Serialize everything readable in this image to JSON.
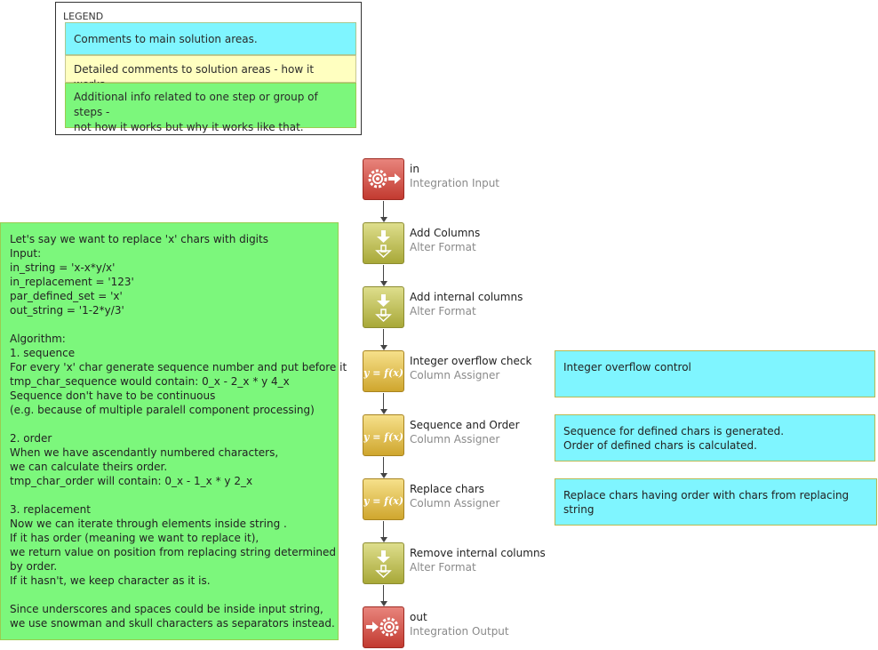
{
  "legend": {
    "title": "LEGEND",
    "items": [
      "Comments to main solution areas.",
      "Detailed comments to solution areas - how it works.",
      "Additional info related to one step or group of steps -\nnot how it works but why it works like that."
    ]
  },
  "notes": {
    "algorithm": "Let's say we want to replace 'x' chars with digits\nInput:\nin_string = 'x-x*y/x'\nin_replacement = '123'\npar_defined_set = 'x'\nout_string = '1-2*y/3'\n\nAlgorithm:\n1. sequence\nFor every 'x' char generate sequence number and put before it\ntmp_char_sequence would contain: 0_x - 2_x * y 4_x\nSequence don't have to be continuous\n(e.g. because of multiple paralell component processing)\n\n2. order\nWhen we have ascendantly numbered characters,\nwe can calculate theirs order.\ntmp_char_order will contain: 0_x - 1_x * y 2_x\n\n3. replacement\nNow we can iterate through elements inside string .\nIf it has order (meaning we want to replace it),\nwe return value on position from replacing string determined\nby order.\nIf it hasn't, we keep character as it is.\n\nSince underscores and spaces could be inside input string,\nwe use snowman and skull characters as separators instead.",
    "overflow": "Integer overflow control",
    "sequence": "Sequence for defined chars is generated.\nOrder of defined chars is calculated.",
    "replace": "Replace chars having order with chars from replacing string"
  },
  "nodes": [
    {
      "name": "in",
      "type": "Integration Input",
      "icon": "integration-input-icon"
    },
    {
      "name": "Add Columns",
      "type": "Alter Format",
      "icon": "alter-format-icon"
    },
    {
      "name": "Add internal columns",
      "type": "Alter Format",
      "icon": "alter-format-icon"
    },
    {
      "name": "Integer overflow check",
      "type": "Column Assigner",
      "icon": "function-icon"
    },
    {
      "name": "Sequence and Order",
      "type": "Column Assigner",
      "icon": "function-icon"
    },
    {
      "name": "Replace chars",
      "type": "Column Assigner",
      "icon": "function-icon"
    },
    {
      "name": "Remove internal columns",
      "type": "Alter Format",
      "icon": "alter-format-icon"
    },
    {
      "name": "out",
      "type": "Integration Output",
      "icon": "integration-output-icon"
    }
  ],
  "icon_glyph": "y = f(x)",
  "colors": {
    "comment_cyan": "#7ff5ff",
    "comment_yellow": "#ffffc0",
    "comment_green": "#7cf77c",
    "io_red": "#c23a30",
    "alter_olive": "#a8a838",
    "assigner_gold": "#cfa62e"
  }
}
